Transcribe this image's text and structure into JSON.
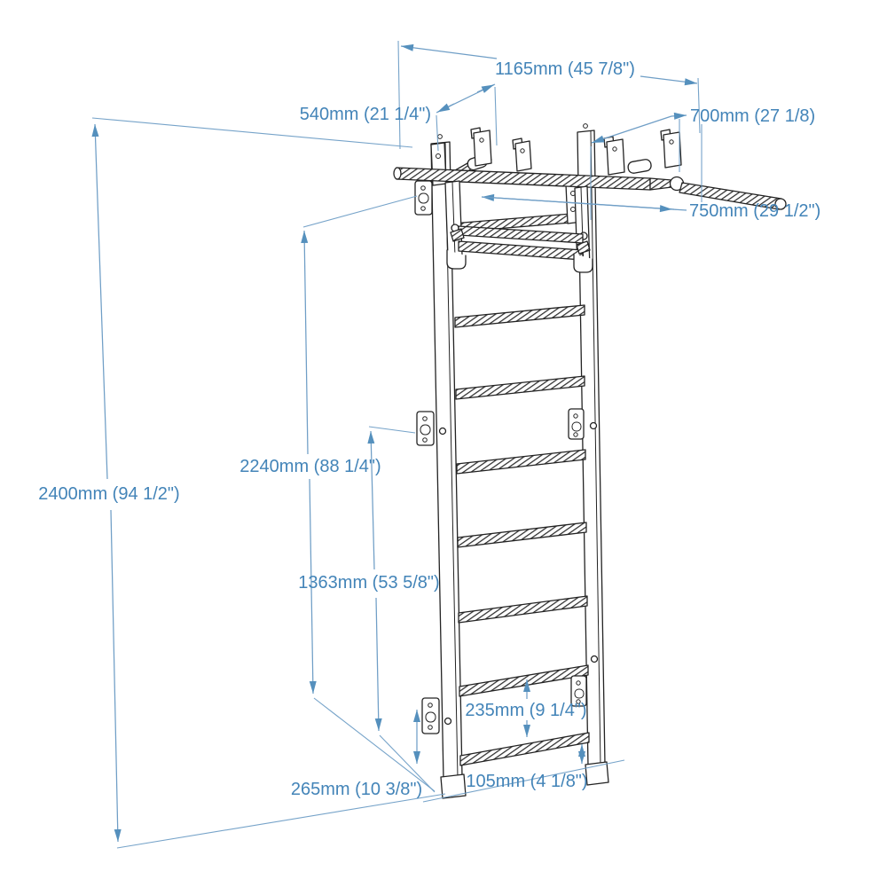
{
  "colors": {
    "background": "#ffffff",
    "outline": "#232323",
    "dimline": "#6f9ec6",
    "dimarrow": "#5590bd",
    "dimtext": "#4384b8"
  },
  "dims": {
    "d1165": {
      "label": "1165mm (45 7/8\")"
    },
    "d540": {
      "label": "540mm (21 1/4\")"
    },
    "d700": {
      "label": "700mm (27 1/8)"
    },
    "d750": {
      "label": "750mm (29 1/2\")"
    },
    "d2400": {
      "label": "2400mm (94 1/2\")"
    },
    "d2240": {
      "label": "2240mm (88 1/4\")"
    },
    "d1363": {
      "label": "1363mm (53 5/8\")"
    },
    "d235": {
      "label": "235mm (9 1/4\")"
    },
    "d105": {
      "label": "105mm (4 1/8\")"
    },
    "d265": {
      "label": "265mm (10 3/8\")"
    }
  }
}
